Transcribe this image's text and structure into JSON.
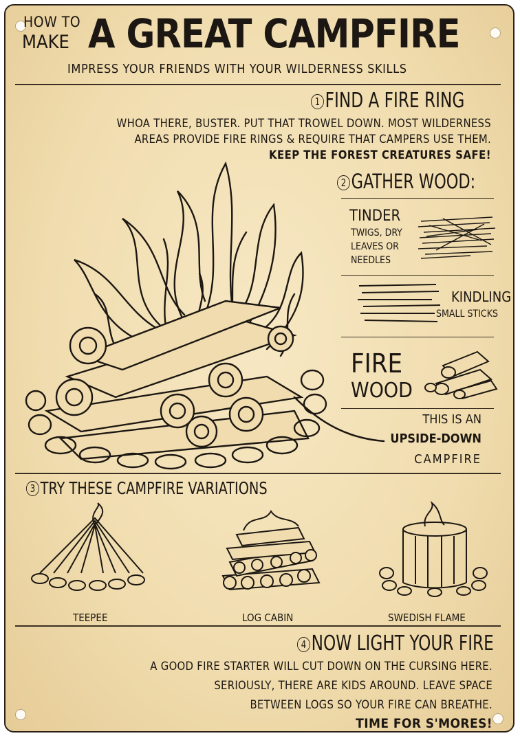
{
  "header": {
    "how_to": "HOW TO",
    "make": "MAKE",
    "title": "A GREAT CAMPFIRE",
    "subtitle": "IMPRESS YOUR FRIENDS WITH YOUR WILDERNESS SKILLS"
  },
  "step1": {
    "number": "1",
    "heading": "FIND A FIRE RING",
    "line1": "WHOA THERE, BUSTER. PUT THAT TROWEL DOWN. MOST WILDERNESS",
    "line2": "AREAS PROVIDE FIRE RINGS & REQUIRE THAT CAMPERS USE THEM.",
    "line3": "KEEP THE FOREST CREATURES SAFE!"
  },
  "step2": {
    "number": "2",
    "heading": "GATHER WOOD:",
    "tinder_title": "TINDER",
    "tinder_l1": "TWIGS, DRY",
    "tinder_l2": "LEAVES OR",
    "tinder_l3": "NEEDLES",
    "kindling_title": "KINDLING",
    "kindling_desc": "SMALL STICKS",
    "fire": "FIRE",
    "wood": "WOOD",
    "upside_l1": "THIS IS AN",
    "upside_l2": "UPSIDE-DOWN",
    "upside_l3": "CAMPFIRE"
  },
  "step3": {
    "number": "3",
    "heading": "TRY THESE CAMPFIRE VARIATIONS",
    "variations": [
      "TEEPEE",
      "LOG CABIN",
      "SWEDISH FLAME"
    ]
  },
  "step4": {
    "number": "4",
    "heading": "NOW LIGHT YOUR FIRE",
    "line1": "A GOOD FIRE STARTER WILL CUT DOWN ON THE CURSING HERE.",
    "line2": "SERIOUSLY, THERE ARE KIDS AROUND. LEAVE SPACE",
    "line3": "BETWEEN LOGS SO YOUR FIRE CAN BREATHE.",
    "line4": "TIME FOR S'MORES!"
  },
  "colors": {
    "paper": "#f0dcae",
    "ink": "#1c1712",
    "hole": "#fdfaf3"
  }
}
